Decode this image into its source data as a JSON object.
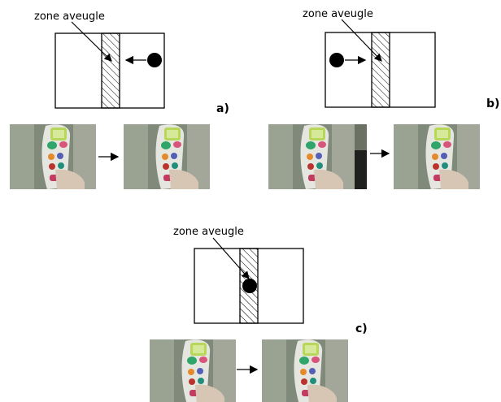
{
  "panels": [
    {
      "label": "a)",
      "blind_zone": "zone aveugle"
    },
    {
      "label": "b)",
      "blind_zone": "zone aveugle"
    },
    {
      "label": "c)",
      "blind_zone": "zone aveugle"
    }
  ]
}
